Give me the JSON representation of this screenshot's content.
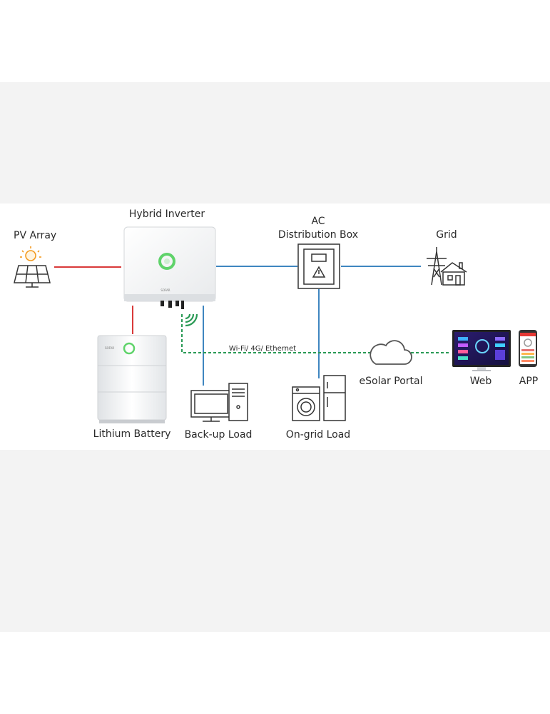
{
  "labels": {
    "pv_array": "PV Array",
    "hybrid_inverter": "Hybrid Inverter",
    "ac_line1": "AC",
    "ac_line2": "Distribution Box",
    "grid": "Grid",
    "lithium_battery": "Lithium Battery",
    "backup_load": "Back-up Load",
    "ongrid_load": "On-grid Load",
    "esolar_portal": "eSolar Portal",
    "web": "Web",
    "app": "APP",
    "comm_link": "Wi-Fi/ 4G/ Ethernet",
    "inverter_brand": "SOFAR",
    "battery_brand": "SOFAR"
  },
  "colors": {
    "dc_line": "#d93a3a",
    "ac_line": "#3f86c0",
    "comm_line": "#2a9a55",
    "led_ring": "#5fd36a",
    "sun": "#f39a1e"
  }
}
